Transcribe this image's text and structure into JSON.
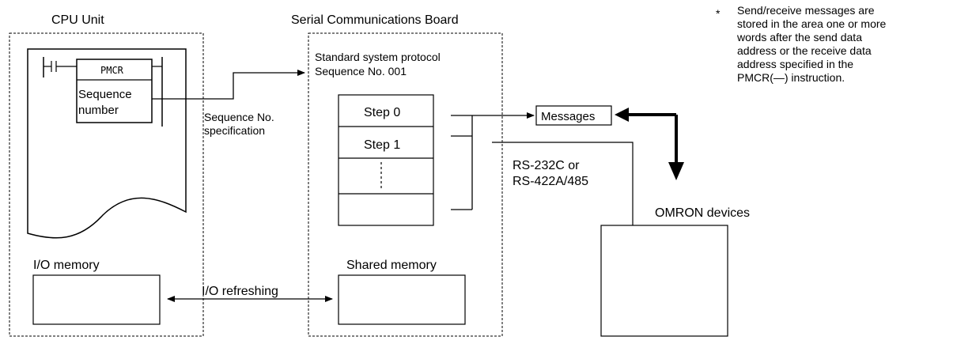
{
  "labels": {
    "cpu_unit": "CPU Unit",
    "scb": "Serial Communications Board",
    "pmcr": "PMCR",
    "sequence_number_1": "Sequence",
    "sequence_number_2": "number",
    "sequence_spec_1": "Sequence No.",
    "sequence_spec_2": "specification",
    "protocol_1": "Standard system protocol",
    "protocol_2": "Sequence No. 001",
    "step0": "Step 0",
    "step1": "Step 1",
    "messages": "Messages",
    "rs_1": "RS-232C or",
    "rs_2": "RS-422A/485",
    "omron": "OMRON devices",
    "io_memory": "I/O memory",
    "shared_memory": "Shared memory",
    "io_refreshing": "I/O refreshing"
  },
  "note": {
    "asterisk": "*",
    "lines": [
      "Send/receive messages are",
      "stored in the area one or more",
      "words after the send data",
      "address or the receive data",
      "address specified in the",
      "PMCR(—) instruction."
    ]
  }
}
